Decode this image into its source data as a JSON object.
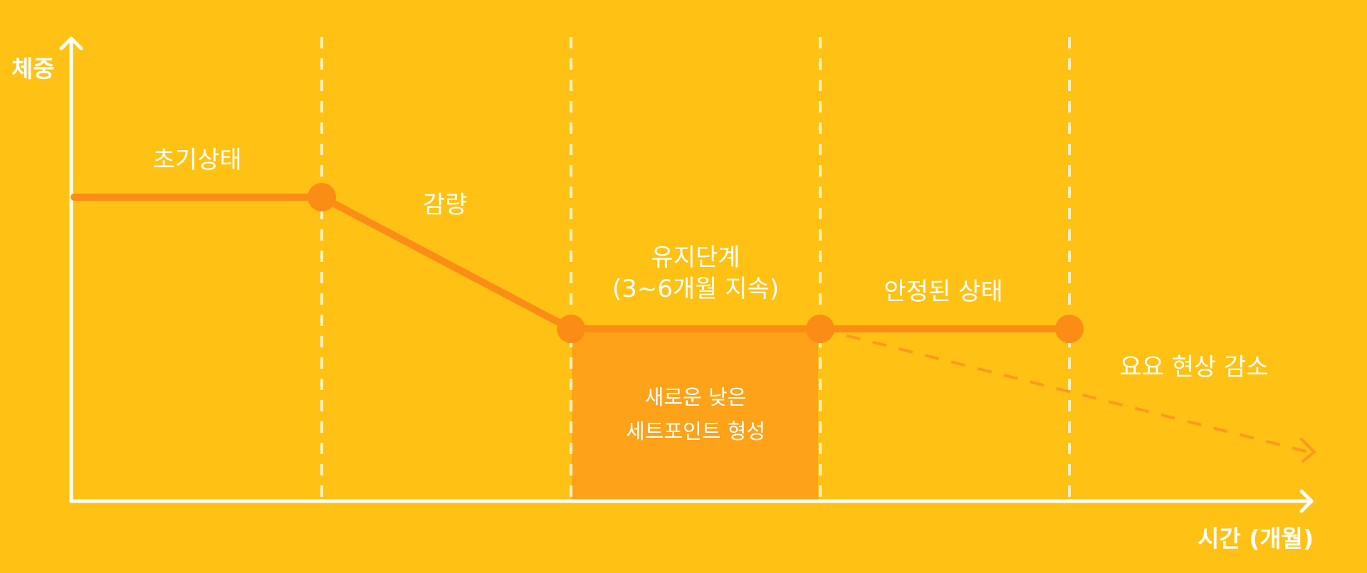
{
  "axes": {
    "y_label": "체중",
    "x_label": "시간 (개월)"
  },
  "phases": {
    "initial": "초기상태",
    "loss": "감량",
    "maintenance_line1": "유지단계",
    "maintenance_line2": "(3~6개월 지속)",
    "stable": "안정된 상태",
    "yoyo": "요요 현상 감소"
  },
  "setpoint": {
    "line1": "새로운 낮은",
    "line2": "세트포인트 형성"
  },
  "colors": {
    "background": "#FFC114",
    "line": "#FB8C15",
    "setpoint_box": "#FDA219",
    "text": "#FFFFFF"
  }
}
